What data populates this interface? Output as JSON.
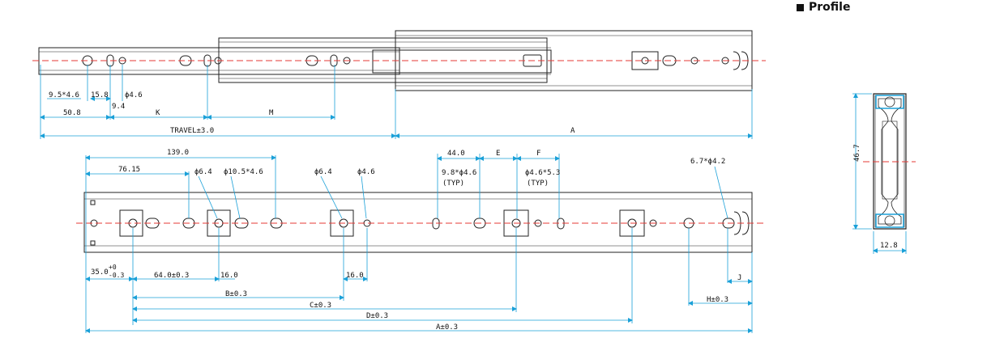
{
  "header": {
    "title": "Profile"
  },
  "top_view": {
    "labels": {
      "slot_95x46": "9.5*4.6",
      "pitch_158": "15.8",
      "hole_46": "ϕ4.6",
      "d_94": "9.4",
      "d_508": "50.8",
      "K": "K",
      "M": "M",
      "travel": "TRAVEL±3.0",
      "A": "A"
    }
  },
  "bottom_view": {
    "labels": {
      "d_1390": "139.0",
      "d_7615": "76.15",
      "hole_64a": "ϕ6.4",
      "slot_105x46": "ϕ10.5*4.6",
      "hole_64b": "ϕ6.4",
      "hole_46": "ϕ4.6",
      "d_440": "44.0",
      "E": "E",
      "F": "F",
      "slot_98x46": "9.8*ϕ4.6",
      "typ1": "(TYP)",
      "slot_46x53": "ϕ4.6*5.3",
      "typ2": "(TYP)",
      "slot_67x42": "6.7*ϕ4.2",
      "d_350": "35.0",
      "d_350_tol_plus": "+0",
      "d_350_tol_minus": "-0.3",
      "d_640": "64.0±0.3",
      "d_160a": "16.0",
      "d_160b": "16.0",
      "J": "J",
      "B": "B±0.3",
      "C": "C±0.3",
      "D": "D±0.3",
      "A": "A±0.3",
      "H": "H±0.3"
    }
  },
  "profile_view": {
    "labels": {
      "height": "46.7",
      "width": "12.8"
    }
  },
  "colors": {
    "line": "#222222",
    "dimension": "#1aa0d8",
    "centerline": "#e53935",
    "section": "#1aa0d8"
  }
}
